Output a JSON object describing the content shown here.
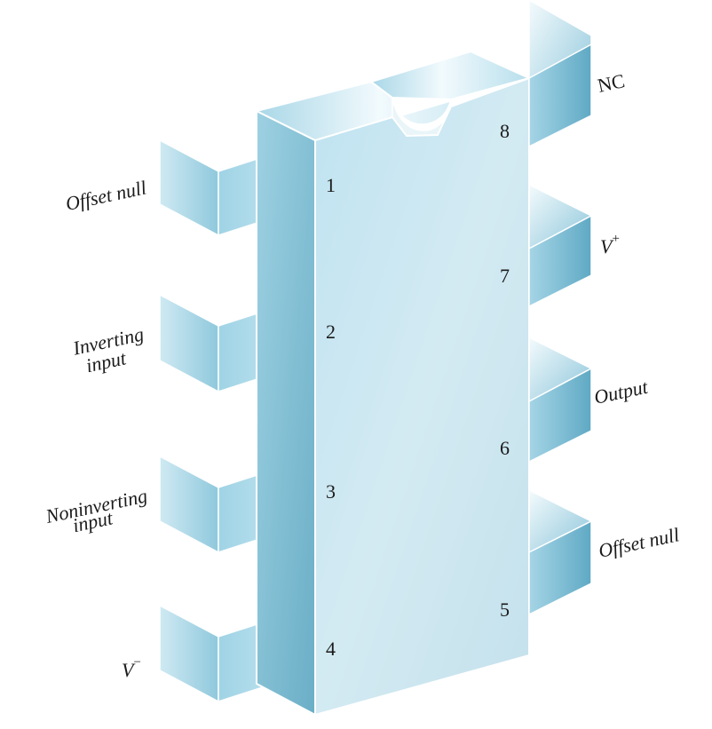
{
  "chip": {
    "pins": [
      {
        "number": "1",
        "label_lines": [
          "Offset null"
        ]
      },
      {
        "number": "2",
        "label_lines": [
          "Inverting",
          "input"
        ]
      },
      {
        "number": "3",
        "label_lines": [
          "Noninverting",
          "input"
        ]
      },
      {
        "number": "4",
        "label_base": "V",
        "label_sup": "−"
      },
      {
        "number": "5",
        "label_lines": [
          "Offset null"
        ]
      },
      {
        "number": "6",
        "label_lines": [
          "Output"
        ]
      },
      {
        "number": "7",
        "label_base": "V",
        "label_sup": "+"
      },
      {
        "number": "8",
        "label_lines": [
          "NC"
        ]
      }
    ]
  },
  "colors": {
    "body_front": "#c8e4ee",
    "body_side": "#8fc7da",
    "body_top": "#e2f2f7",
    "pin_light": "#d4edf6",
    "pin_mid": "#a9d8e8",
    "pin_dark": "#6fb6cf",
    "edge": "#ffffff"
  }
}
